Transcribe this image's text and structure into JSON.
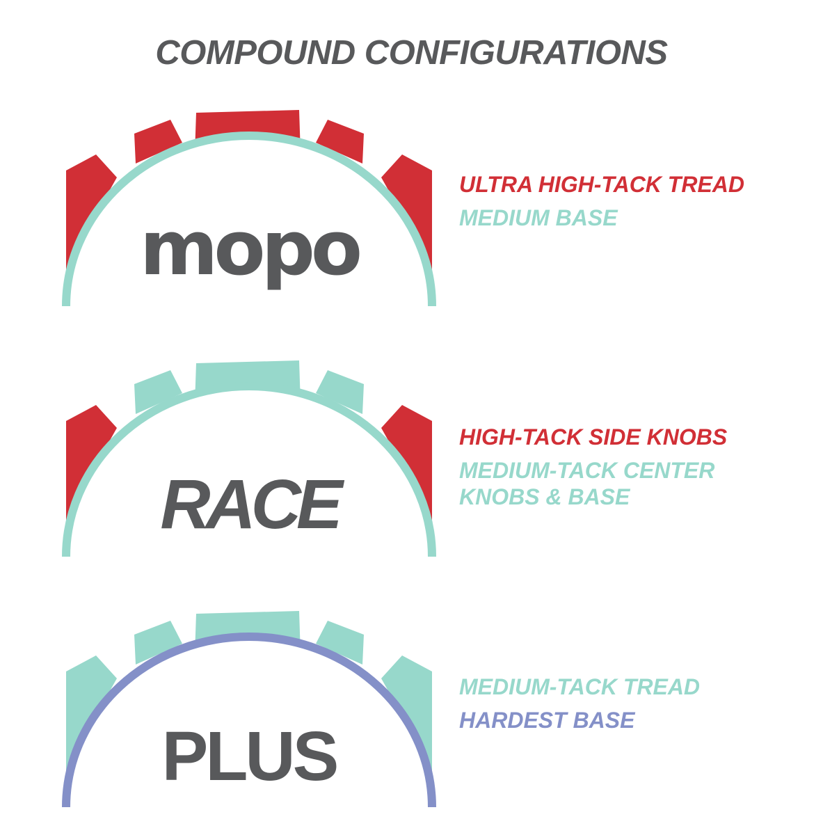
{
  "title": "COMPOUND CONFIGURATIONS",
  "colors": {
    "red": "#d12f36",
    "teal": "#97d8cb",
    "purple": "#8490c8",
    "gray": "#58595b"
  },
  "configs": [
    {
      "logo": "mopo",
      "lines": [
        "ULTRA HIGH-TACK TREAD",
        "MEDIUM BASE"
      ]
    },
    {
      "logo": "RACE",
      "lines": [
        "HIGH-TACK SIDE KNOBS",
        "MEDIUM-TACK CENTER",
        "KNOBS & BASE"
      ]
    },
    {
      "logo": "PLUS",
      "lines": [
        "MEDIUM-TACK TREAD",
        "HARDEST BASE"
      ]
    }
  ]
}
